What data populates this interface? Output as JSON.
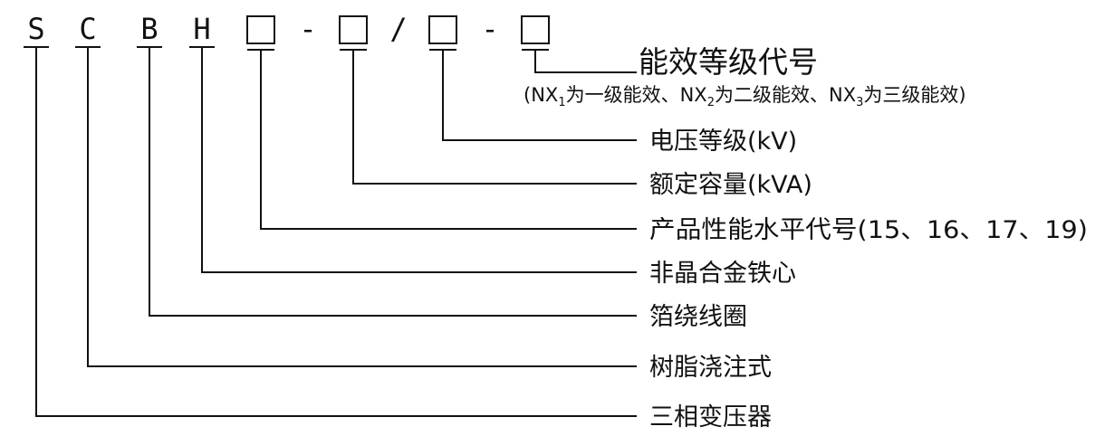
{
  "model_code": {
    "chars": [
      "S",
      "C",
      "B",
      "H"
    ],
    "separators": [
      "-",
      "/",
      "-"
    ]
  },
  "labels": {
    "efficiency_grade": "能效等级代号",
    "voltage_level": "电压等级(kV)",
    "rated_capacity": "额定容量(kVA)",
    "performance_level": "产品性能水平代号(15、16、17、19)",
    "amorphous_core": "非晶合金铁心",
    "foil_winding": "箔绕线圈",
    "resin_cast": "树脂浇注式",
    "three_phase": "三相变压器"
  },
  "efficiency_note": {
    "open": "(",
    "nx": "NX",
    "sub1": "1",
    "grade1": "为一级能效、",
    "sub2": "2",
    "grade2": "为二级能效、",
    "sub3": "3",
    "grade3": "为三级能效",
    "close": ")"
  }
}
